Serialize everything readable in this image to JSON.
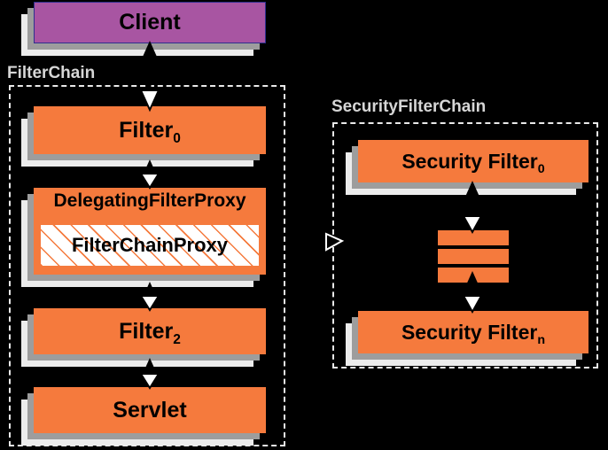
{
  "diagram": {
    "title": "Spring Security FilterChain / SecurityFilterChain",
    "background_color": "#000000",
    "colors": {
      "filter_box": "#f57a3d",
      "client_box": "#a855a2",
      "client_border": "#2f2f8f",
      "shadow_dark": "#9d9d9d",
      "shadow_light": "#ececec",
      "group_border": "#e9e9e9",
      "group_label": "#d6d6d6",
      "hatch_background": "#ffffff",
      "hatch_stroke": "#f57a3d",
      "arrow": "#000000",
      "arrow_outline": "#ffffff"
    }
  },
  "groups": [
    {
      "id": "filter-chain",
      "label": "FilterChain"
    },
    {
      "id": "security-filter-chain",
      "label": "SecurityFilterChain"
    }
  ],
  "nodes": {
    "client": {
      "label": "Client",
      "type": "client"
    },
    "filter0": {
      "label": "Filter",
      "subscript": "0",
      "type": "filter"
    },
    "delegating_filter_proxy": {
      "label": "DelegatingFilterProxy",
      "type": "filter"
    },
    "filter_chain_proxy": {
      "label": "FilterChainProxy",
      "type": "hatched"
    },
    "filter2": {
      "label": "Filter",
      "subscript": "2",
      "type": "filter"
    },
    "servlet": {
      "label": "Servlet",
      "type": "filter"
    },
    "security_filter0": {
      "label": "Security Filter",
      "subscript": "0",
      "type": "filter"
    },
    "security_ellipsis": {
      "label": "",
      "type": "ellipsis",
      "bars": 3
    },
    "security_filtern": {
      "label": "Security Filter",
      "subscript": "n",
      "type": "filter"
    }
  },
  "edges": [
    {
      "id": "client-filter0",
      "from": "filter0",
      "to": "client",
      "style": "double-head"
    },
    {
      "id": "filter0-dfp",
      "from": "delegating_filter_proxy",
      "to": "filter0",
      "style": "double-head"
    },
    {
      "id": "dfp-filter2",
      "from": "filter2",
      "to": "delegating_filter_proxy",
      "style": "double-head"
    },
    {
      "id": "filter2-servlet",
      "from": "servlet",
      "to": "filter2",
      "style": "double-head"
    },
    {
      "id": "sf0-ellipsis",
      "from": "security_ellipsis",
      "to": "security_filter0",
      "style": "double-head"
    },
    {
      "id": "ellipsis-sfn",
      "from": "security_filtern",
      "to": "security_ellipsis",
      "style": "double-head"
    },
    {
      "id": "fcp-securitychain",
      "from": "filter_chain_proxy",
      "to": "security-filter-chain",
      "style": "open-head"
    }
  ]
}
